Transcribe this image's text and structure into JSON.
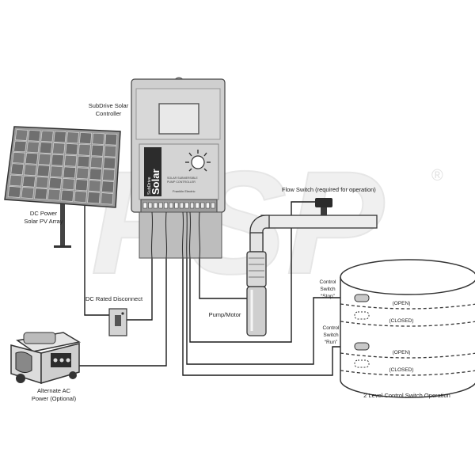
{
  "labels": {
    "controller": [
      "SubDrive Solar",
      "Controller"
    ],
    "pv_array": [
      "DC Power",
      "Solar PV Array"
    ],
    "dc_disconnect": "DC Rated Disconnect",
    "generator": [
      "Alternate AC",
      "Power (Optional)"
    ],
    "flow_switch": "Flow Switch (required for operation)",
    "pump_motor": "Pump/Motor",
    "stop_switch": [
      "Control",
      "Switch",
      "“Stop”"
    ],
    "run_switch": [
      "Control",
      "Switch",
      "“Run”"
    ],
    "open_state": "(OPEN)",
    "closed_state": "(CLOSED)",
    "tank_caption": "2 Level Control Switch Operation"
  },
  "controller_panel": {
    "brand_small": "SubDrive",
    "brand_large": "Solar",
    "subtitle_1": "SOLAR SUBMERSIBLE",
    "subtitle_2": "PUMP CONTROLLER",
    "maker": "Franklin Electric"
  },
  "watermark": {
    "text": "PSP",
    "registered": "®"
  },
  "colors": {
    "wire": "#1a1a1a",
    "panel_body": "#c9c9c9",
    "controller_body": "#cfcfcf",
    "watermark": "#efefef"
  }
}
